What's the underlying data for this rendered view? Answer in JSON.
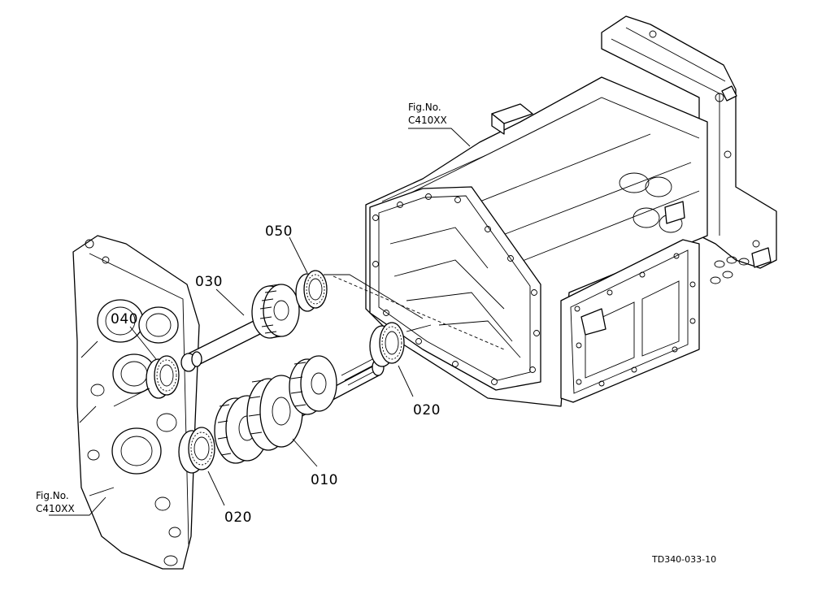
{
  "figure_refs": {
    "upper_line1": "Fig.No.",
    "upper_line2": "C410XX",
    "lower_line1": "Fig.No.",
    "lower_line2": "C410XX"
  },
  "callouts": {
    "c050": "050",
    "c030": "030",
    "c040": "040",
    "c020_right": "020",
    "c010": "010",
    "c020_lower": "020"
  },
  "drawing_code": "TD340-033-10"
}
